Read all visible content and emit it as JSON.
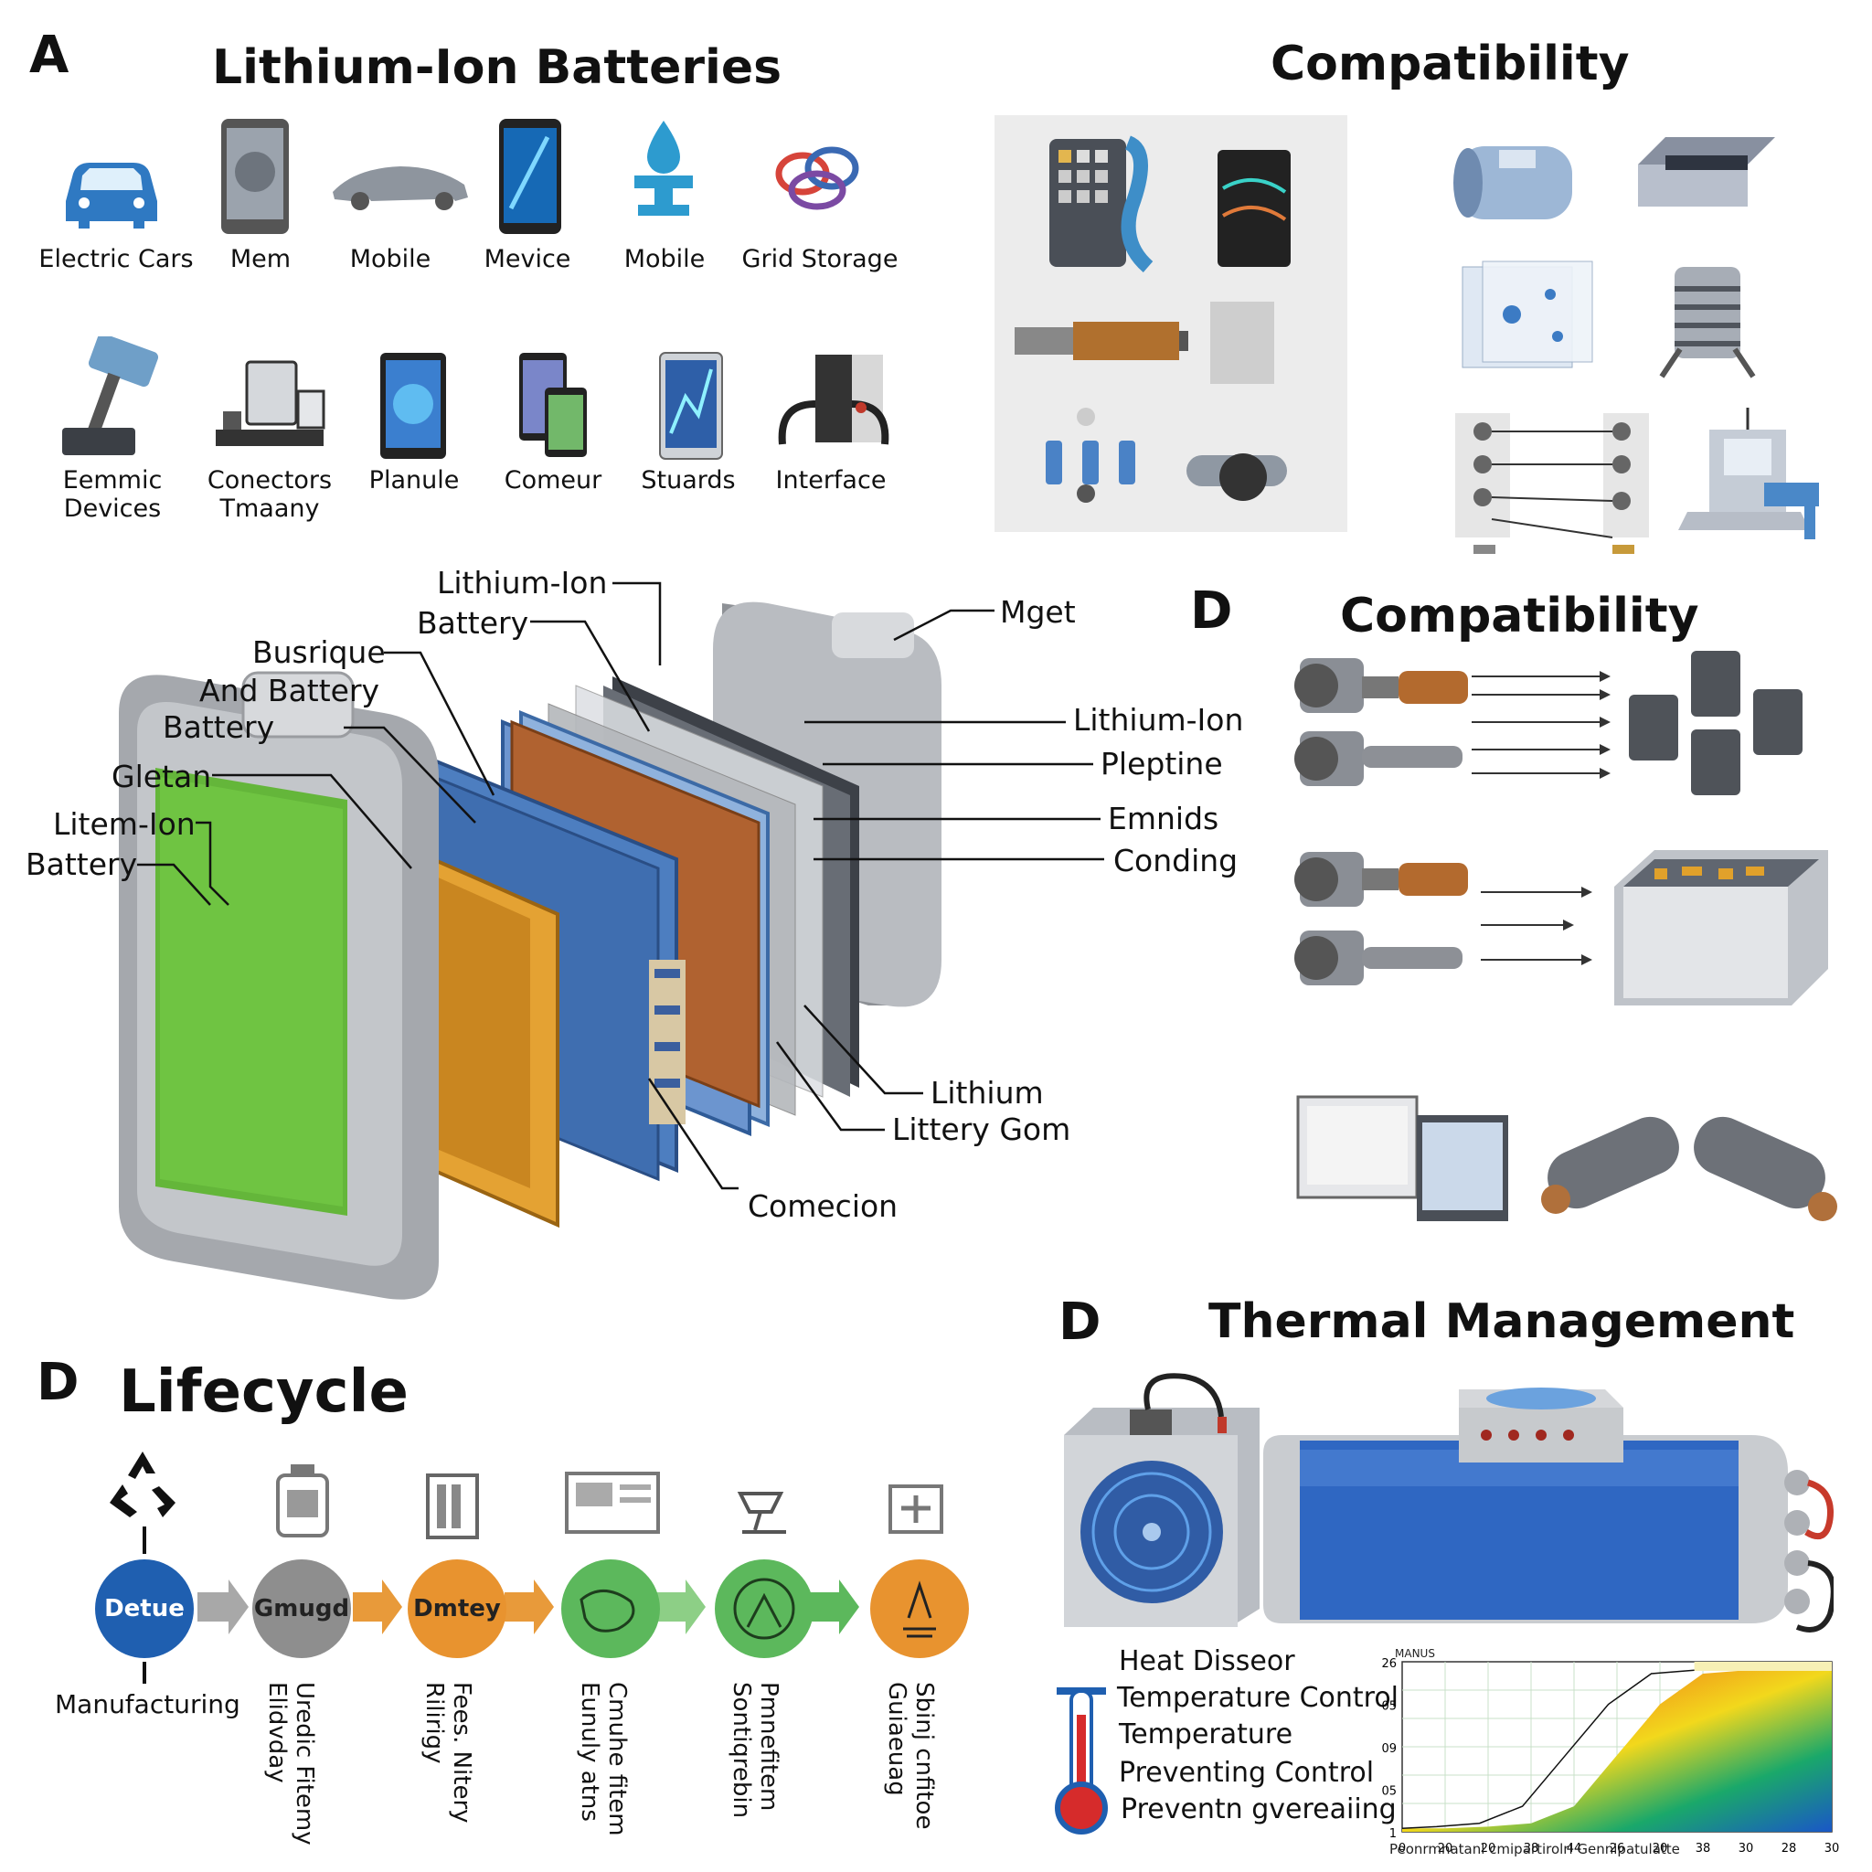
{
  "panel_a": {
    "letter": "A",
    "title": "Lithium-Ion Batteries",
    "row1": [
      {
        "icon": "car-icon",
        "label": "Electric Cars"
      },
      {
        "icon": "phone-icon",
        "label": "Mem"
      },
      {
        "icon": "car-outline-icon",
        "label": "Mobile"
      },
      {
        "icon": "smartphone-icon",
        "label": "Mevice"
      },
      {
        "icon": "drop-stand-icon",
        "label": "Mobile"
      },
      {
        "icon": "knot-icon",
        "label": "Grid Storage"
      }
    ],
    "row2": [
      {
        "icon": "hammer-device-icon",
        "label": "Eemmic\nDevices"
      },
      {
        "icon": "computer-set-icon",
        "label": "Conectors\nTmaany"
      },
      {
        "icon": "tablet-icon",
        "label": "Planule"
      },
      {
        "icon": "devices-icon",
        "label": "Comeur"
      },
      {
        "icon": "tablet-glow-icon",
        "label": "Stuards"
      },
      {
        "icon": "interface-clamp-icon",
        "label": "Interface"
      }
    ]
  },
  "panel_compat_top": {
    "title": "Compatibility"
  },
  "exploded": {
    "left_callouts": [
      "Lithium-Ion",
      "Battery",
      "Busrique",
      "And Battery",
      "Battery",
      "Gletan",
      "Litem-Ion",
      "Battery"
    ],
    "right_callouts": [
      "Mget",
      "Lithium-Ion",
      "Pleptine",
      "Emnids",
      "Conding",
      "Lithium",
      "Littery Gom",
      "Comecion"
    ]
  },
  "panel_compat_d": {
    "letter": "D",
    "title": "Compatibility"
  },
  "panel_lifecycle": {
    "letter": "D",
    "title": "Lifecycle",
    "top_label": "Manufacturing",
    "steps": [
      {
        "label": "Detue",
        "color": "#1f5fb0",
        "icon": "recycle-icon",
        "caption": ""
      },
      {
        "label": "Gmugd",
        "color": "#8e8e8e",
        "icon": "bottle-icon",
        "caption": "Uredic Fitemy\nElidvday"
      },
      {
        "label": "Dmtey",
        "color": "#e8932f",
        "icon": "battery-cells-icon",
        "caption": "Fees. Nitery\nRilirigy"
      },
      {
        "label": "",
        "color": "#5cb85c",
        "icon": "monitor-icon",
        "caption": "Cmuhe fitem\nEunuly atns"
      },
      {
        "label": "",
        "color": "#5cb85c",
        "icon": "lamp-icon",
        "caption": "Pmnefitem\nSontiqrebin"
      },
      {
        "label": "",
        "color": "#e8932f",
        "icon": "plus-box-icon",
        "caption": "Sbinj cnfitoe\nGuiaeuag"
      }
    ]
  },
  "panel_thermal": {
    "letter": "D",
    "title": "Thermal Management",
    "labels": [
      "Heat Disseor",
      "Temperature Control",
      "Temperature",
      "Preventing Control",
      "Preventn gvereaiing"
    ]
  },
  "chart_data": {
    "type": "area",
    "title": "",
    "xlabel": "Peonrmnatanl cmipartirolrl Gennipatulatte",
    "ylabel": "",
    "x_ticks": [
      "0",
      "20",
      "20",
      "38",
      "44",
      "26",
      "20",
      "38",
      "30",
      "28",
      "30"
    ],
    "y_ticks": [
      "26",
      "05",
      "09",
      "05",
      "1"
    ],
    "corner_label": "MANUS",
    "series": [
      {
        "values": [
          0.02,
          0.02,
          0.03,
          0.05,
          0.15,
          0.45,
          0.75,
          0.93,
          0.95,
          0.95,
          0.95
        ]
      }
    ],
    "colors": [
      "#1a57c7",
      "#1aa86a",
      "#f2d81c",
      "#f08a1a",
      "#e8261c"
    ],
    "grid": true
  }
}
